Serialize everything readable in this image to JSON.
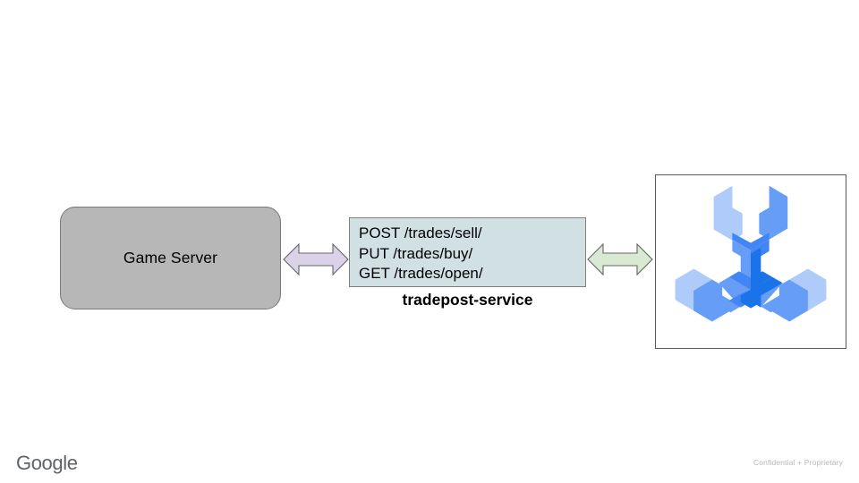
{
  "slide": {
    "background_color": "#ffffff",
    "title_visible": false
  },
  "diagram": {
    "nodes": [
      {
        "id": "game-server",
        "label": "Game Server",
        "shape": "rounded-rectangle",
        "fill": "#b7b7b7",
        "stroke": "#787878"
      },
      {
        "id": "tradepost-service",
        "caption": "tradepost-service",
        "shape": "rectangle",
        "fill": "#d0e0e3",
        "stroke": "#7f7f7f",
        "endpoints": [
          "POST /trades/sell/",
          "PUT /trades/buy/",
          "GET /trades/open/"
        ]
      },
      {
        "id": "cloud-tools-icon",
        "shape": "rectangle-frame",
        "fill": "#ffffff",
        "stroke": "#595959",
        "icon_name": "google-cloud-tools-wrench-icon",
        "icon_colors": {
          "light": "#aecbfa",
          "medium": "#669df6",
          "dark": "#4285f4",
          "deep": "#1a73e8"
        }
      }
    ],
    "connectors": [
      {
        "id": "game-server-to-tradepost",
        "type": "double-headed-arrow",
        "fill": "#d9d2e9",
        "stroke": "#666666",
        "from": "game-server",
        "to": "tradepost-service"
      },
      {
        "id": "tradepost-to-tools",
        "type": "double-headed-arrow",
        "fill": "#d9ead3",
        "stroke": "#666666",
        "from": "tradepost-service",
        "to": "cloud-tools-icon"
      }
    ]
  },
  "footer": {
    "brand": "Google",
    "brand_color": "#5f6368",
    "confidential_note": "Confidential + Proprietary",
    "confidential_color": "#b7b7b7"
  }
}
